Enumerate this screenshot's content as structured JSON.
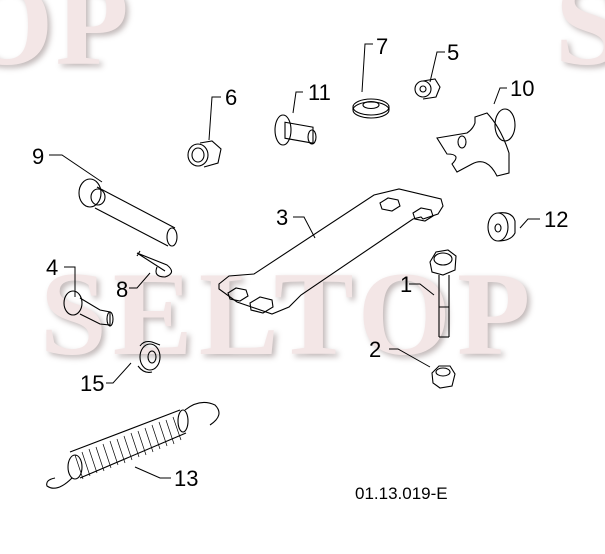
{
  "watermark": {
    "main": "SELTOP",
    "top_left": "OP",
    "top_right": "S",
    "color": "#f3e6e6"
  },
  "diagram_code": "01.13.019-E",
  "callouts": [
    {
      "id": "1",
      "label": "1",
      "part": "bolt"
    },
    {
      "id": "2",
      "label": "2",
      "part": "lock-nut"
    },
    {
      "id": "3",
      "label": "3",
      "part": "link-bar"
    },
    {
      "id": "4",
      "label": "4",
      "part": "shoulder-bolt"
    },
    {
      "id": "5",
      "label": "5",
      "part": "nut"
    },
    {
      "id": "6",
      "label": "6",
      "part": "lock-nut"
    },
    {
      "id": "7",
      "label": "7",
      "part": "washer"
    },
    {
      "id": "8",
      "label": "8",
      "part": "hairpin-clip"
    },
    {
      "id": "9",
      "label": "9",
      "part": "pin-bolt"
    },
    {
      "id": "10",
      "label": "10",
      "part": "knob"
    },
    {
      "id": "11",
      "label": "11",
      "part": "carriage-bolt"
    },
    {
      "id": "12",
      "label": "12",
      "part": "bushing"
    },
    {
      "id": "13",
      "label": "13",
      "part": "spring"
    },
    {
      "id": "15",
      "label": "15",
      "part": "spacer"
    }
  ]
}
